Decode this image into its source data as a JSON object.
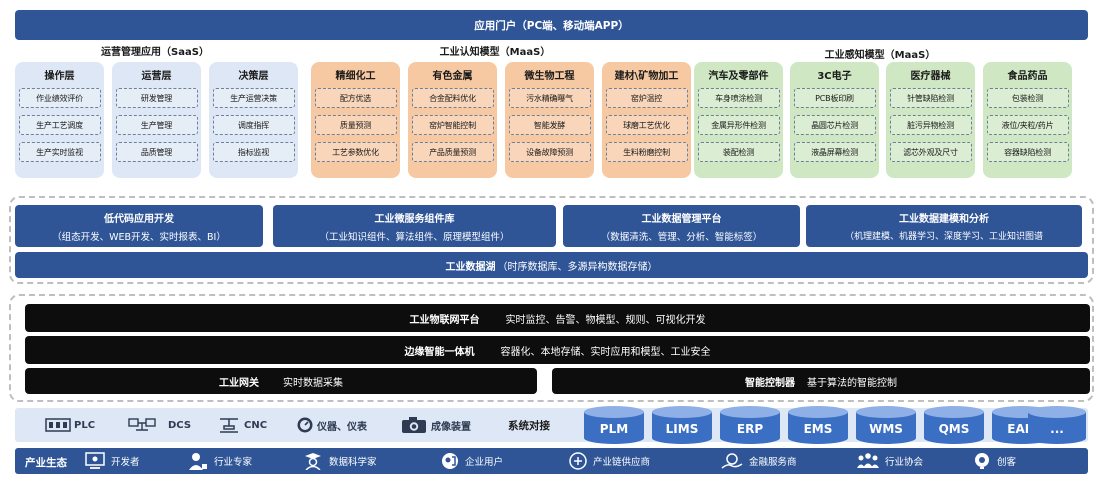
{
  "portal": {
    "label": "应用门户（PC端、移动端APP）"
  },
  "saas": {
    "title": "运营管理应用（SaaS）",
    "cards": [
      {
        "title": "操作层",
        "items": [
          "作业绩效评价",
          "生产工艺调度",
          "生产实时监视"
        ]
      },
      {
        "title": "运营层",
        "items": [
          "研发管理",
          "生产管理",
          "品质管理"
        ]
      },
      {
        "title": "决策层",
        "items": [
          "生产运营决策",
          "调度指挥",
          "指标监视"
        ]
      }
    ]
  },
  "cognition": {
    "title": "工业认知模型（MaaS）",
    "cards": [
      {
        "title": "精细化工",
        "items": [
          "配方优选",
          "质量预测",
          "工艺参数优化"
        ]
      },
      {
        "title": "有色金属",
        "items": [
          "合金配料优化",
          "窑炉智能控制",
          "产品质量预测"
        ]
      },
      {
        "title": "微生物工程",
        "items": [
          "污水精确曝气",
          "智能发酵",
          "设备故障预测"
        ]
      },
      {
        "title": "建材\\矿物加工",
        "items": [
          "窑炉温控",
          "球磨工艺优化",
          "生料粉磨控制"
        ]
      }
    ]
  },
  "perception": {
    "title": "工业感知模型（MaaS）",
    "cards": [
      {
        "title": "汽车及零部件",
        "items": [
          "车身喷涂检测",
          "金属异形件检测",
          "装配检测"
        ]
      },
      {
        "title": "3C电子",
        "items": [
          "PCB板印刷",
          "晶圆芯片检测",
          "液晶屏幕检测"
        ]
      },
      {
        "title": "医疗器械",
        "items": [
          "针管缺陷检测",
          "脏污异物检测",
          "滤芯外观及尺寸"
        ]
      },
      {
        "title": "食品药品",
        "items": [
          "包装检测",
          "液位/夹粒/药片",
          "容器缺陷检测"
        ]
      }
    ]
  },
  "middle": {
    "boxes": [
      {
        "title": "低代码应用开发",
        "sub": "（组态开发、WEB开发、实时报表、BI）"
      },
      {
        "title": "工业微服务组件库",
        "sub": "（工业知识组件、算法组件、原理模型组件）"
      },
      {
        "title": "工业数据管理平台",
        "sub": "（数据清洗、管理、分析、智能标签）"
      },
      {
        "title": "工业数据建模和分析",
        "sub": "（机理建模、机器学习、深度学习、工业知识图谱"
      }
    ],
    "lake": {
      "title": "工业数据湖",
      "sub": "（时序数据库、多源异构数据存储）"
    }
  },
  "platform": {
    "iot": {
      "title": "工业物联网平台",
      "sub": "实时监控、告警、物模型、规则、可视化开发"
    },
    "edge": {
      "title": "边缘智能一体机",
      "sub": "容器化、本地存储、实时应用和模型、工业安全"
    },
    "gateway": {
      "title": "工业网关",
      "sub": "实时数据采集"
    },
    "controller": {
      "title": "智能控制器",
      "sub": "基于算法的智能控制"
    }
  },
  "devices": {
    "items": [
      {
        "label": "PLC",
        "icon": "plc-icon"
      },
      {
        "label": "DCS",
        "icon": "dcs-icon"
      },
      {
        "label": "CNC",
        "icon": "cnc-icon"
      },
      {
        "label": "仪器、仪表",
        "icon": "gauge-icon"
      },
      {
        "label": "成像装置",
        "icon": "camera-icon"
      }
    ],
    "connect": "系统对接",
    "systems": [
      "PLM",
      "LIMS",
      "ERP",
      "EMS",
      "WMS",
      "QMS",
      "EAM",
      "..."
    ]
  },
  "ecosystem": {
    "title": "产业生态",
    "items": [
      {
        "label": "开发者",
        "icon": "developer-icon"
      },
      {
        "label": "行业专家",
        "icon": "expert-icon"
      },
      {
        "label": "数据科学家",
        "icon": "scientist-icon"
      },
      {
        "label": "企业用户",
        "icon": "enterprise-user-icon"
      },
      {
        "label": "产业链供应商",
        "icon": "supplier-icon"
      },
      {
        "label": "金融服务商",
        "icon": "finance-icon"
      },
      {
        "label": "行业协会",
        "icon": "association-icon"
      },
      {
        "label": "创客",
        "icon": "maker-icon"
      }
    ]
  },
  "colors": {
    "primary": "#2f5597",
    "dark": "#0d0d0d",
    "saas_card": "#dde7f5",
    "cognition_card": "#f7c9a2",
    "perception_card": "#cfe7c3",
    "system_db": "#3b6fc4"
  }
}
